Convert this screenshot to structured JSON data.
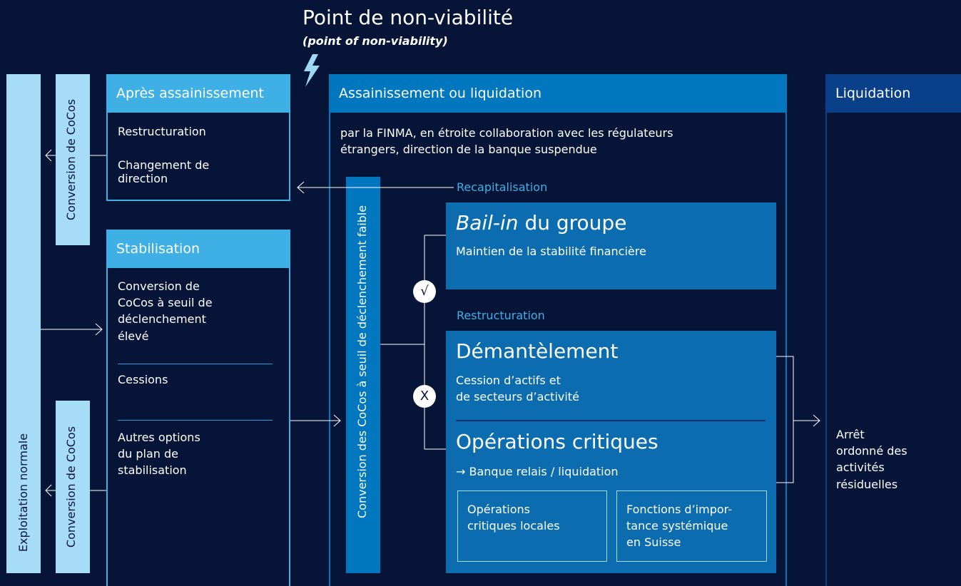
{
  "title": "Point de non-viabilité",
  "subtitle": "(point of non-viability)",
  "colors": {
    "background": "#061437",
    "light_blue": "#a6dcf6",
    "header_blue": "#3eb0e5",
    "mid_blue": "#0077bf",
    "box_blue": "#0b6db0",
    "dark_blue": "#0a3f8a",
    "line_blue": "#1e9ad6"
  },
  "icons": {
    "lightning": "lightning-bolt-icon",
    "check": "check-icon",
    "cross": "x-icon"
  },
  "exploitation": {
    "label": "Exploitation normale"
  },
  "conversion_top": {
    "label": "Conversion de CoCos"
  },
  "conversion_bottom": {
    "label": "Conversion de CoCos"
  },
  "apres": {
    "header": "Après assainissement",
    "items": [
      "Restructuration",
      "Changement de\ndirection"
    ]
  },
  "stabilisation": {
    "header": "Stabilisation",
    "items": [
      "Conversion de\nCoCos à seuil de\ndéclenchement\nélevé",
      "Cessions",
      "Autres options\ndu plan de\nstabilisation"
    ]
  },
  "assainissement": {
    "header": "Assainissement ou liquidation",
    "description": "par la FINMA, en étroite collaboration avec les régulateurs\nétrangers, direction de la banque suspendue",
    "low_trigger_label": "Conversion des CoCos à seuil de déclenchement faible",
    "recap_label": "Recapitalisation",
    "bailin": {
      "title_italic": "Bail-in",
      "title_rest": " du groupe",
      "subtitle": "Maintien de la stabilité financière"
    },
    "check_symbol": "√",
    "cross_symbol": "X",
    "restructuration_label": "Restructuration",
    "demantelement": {
      "title": "Démantèlement",
      "subtitle": "Cession d’actifs et\nde secteurs d’activité"
    },
    "operations": {
      "title": "Opérations critiques",
      "subtitle": "→ Banque relais / liquidation",
      "box_left": "Opérations\ncritiques locales",
      "box_right": "Fonctions d’impor-\ntance systémique\nen Suisse"
    }
  },
  "liquidation": {
    "header": "Liquidation",
    "text": "Arrêt\nordonné des\nactivités\nrésiduelles"
  }
}
